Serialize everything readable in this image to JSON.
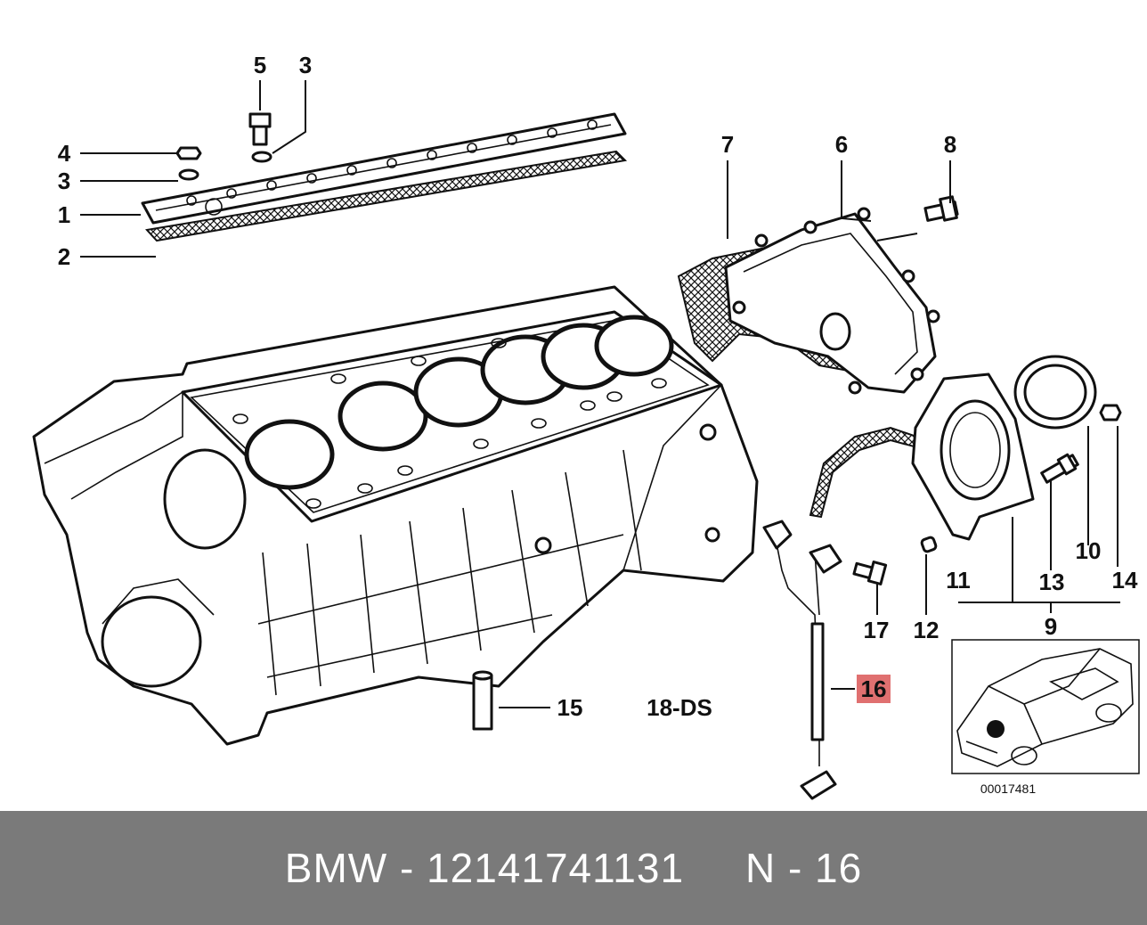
{
  "callouts": {
    "c1": "1",
    "c2": "2",
    "c3a": "3",
    "c3b": "3",
    "c4": "4",
    "c5": "5",
    "c6": "6",
    "c7": "7",
    "c8": "8",
    "c9": "9",
    "c10": "10",
    "c11": "11",
    "c12": "12",
    "c13": "13",
    "c14": "14",
    "c15": "15",
    "c16": "16",
    "c17": "17",
    "c18": "18-DS"
  },
  "highlight_color": "#e07070",
  "reference_code": "00017481",
  "footer": {
    "brand": "BMW",
    "part_number": "12141741131",
    "position": "N - 16",
    "text": "BMW - 12141741131     N - 16"
  }
}
